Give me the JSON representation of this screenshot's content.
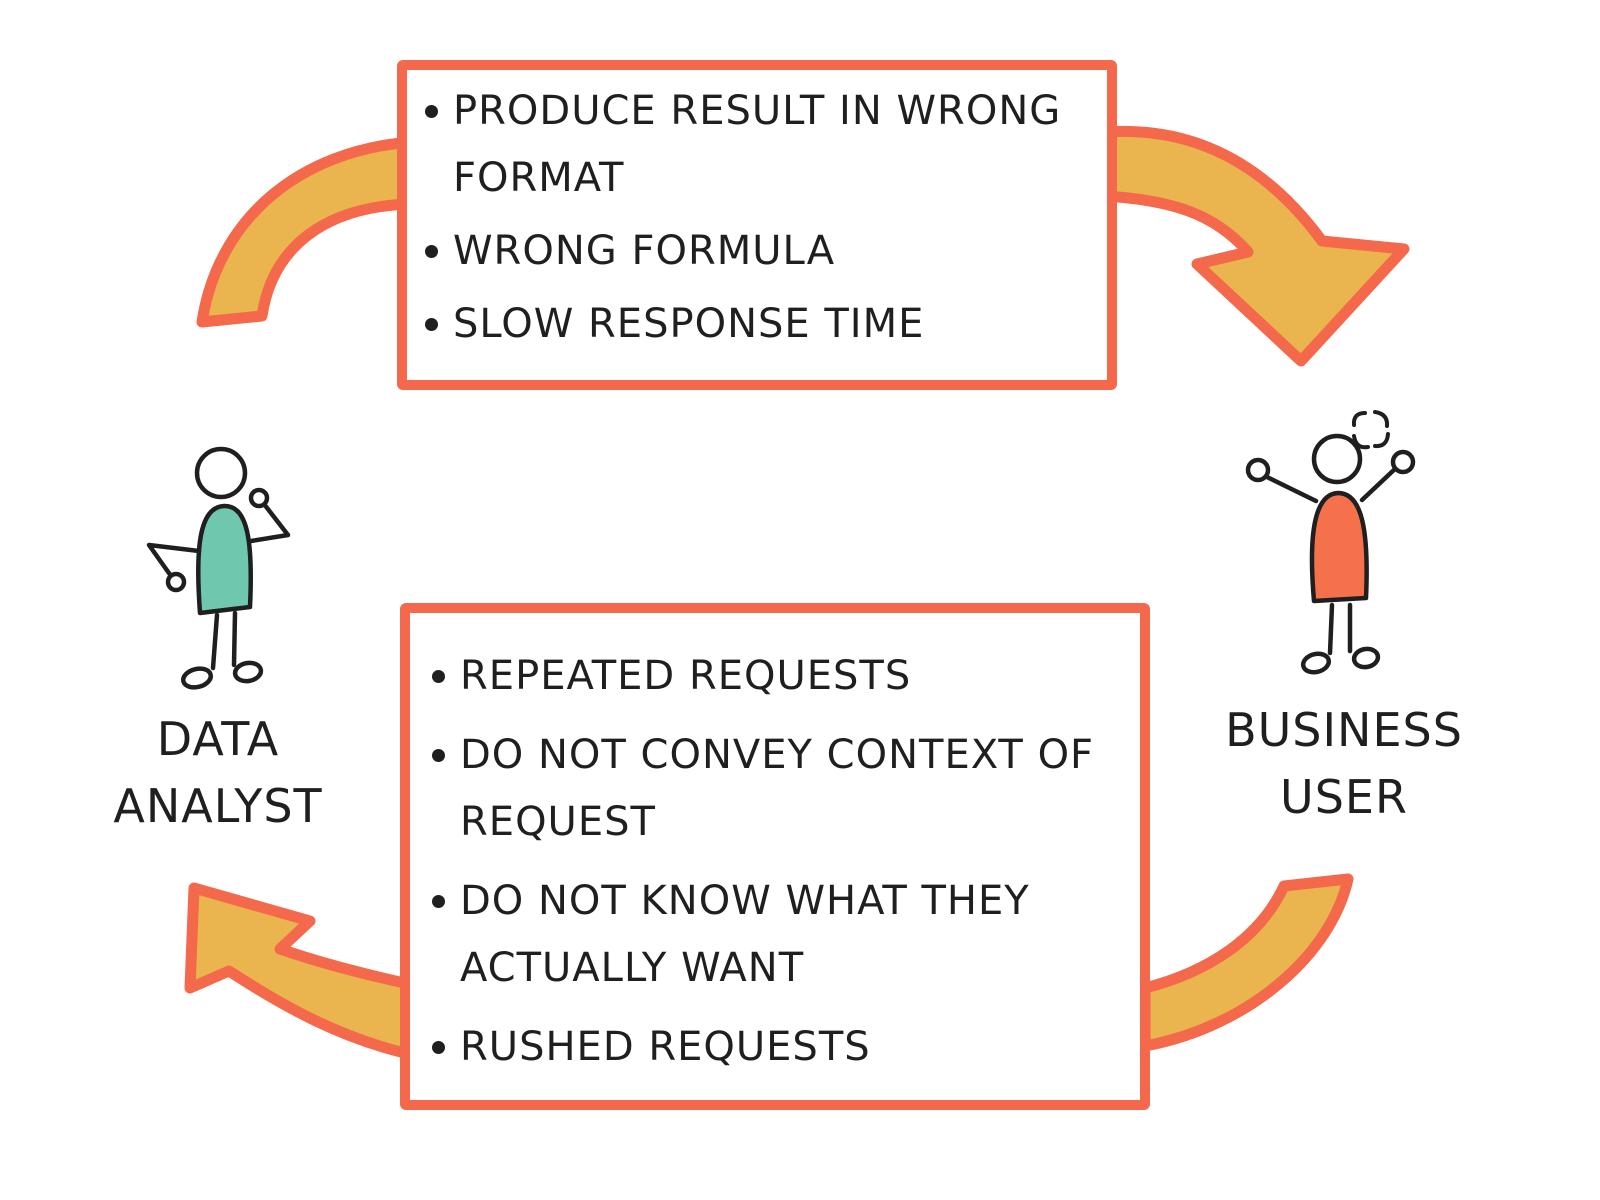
{
  "colors": {
    "coral": "#F4684B",
    "yellow": "#EAB44E",
    "teal": "#6FC7AD",
    "orange": "#F4714B",
    "ink": "#1F1F1F"
  },
  "top_box": {
    "items": [
      {
        "lines": [
          "PRODUCE RESULT IN WRONG",
          "FORMAT"
        ]
      },
      {
        "lines": [
          "WRONG FORMULA"
        ]
      },
      {
        "lines": [
          "SLOW RESPONSE TIME"
        ]
      }
    ]
  },
  "bottom_box": {
    "items": [
      {
        "lines": [
          "REPEATED REQUESTS"
        ]
      },
      {
        "lines": [
          "DO NOT CONVEY CONTEXT OF",
          "REQUEST"
        ]
      },
      {
        "lines": [
          "DO NOT KNOW WHAT THEY",
          "ACTUALLY WANT"
        ]
      },
      {
        "lines": [
          "RUSHED REQUESTS"
        ]
      }
    ]
  },
  "actors": {
    "analyst": {
      "label_lines": [
        "DATA",
        "ANALYST"
      ]
    },
    "user": {
      "label_lines": [
        "BUSINESS",
        "USER"
      ]
    }
  }
}
